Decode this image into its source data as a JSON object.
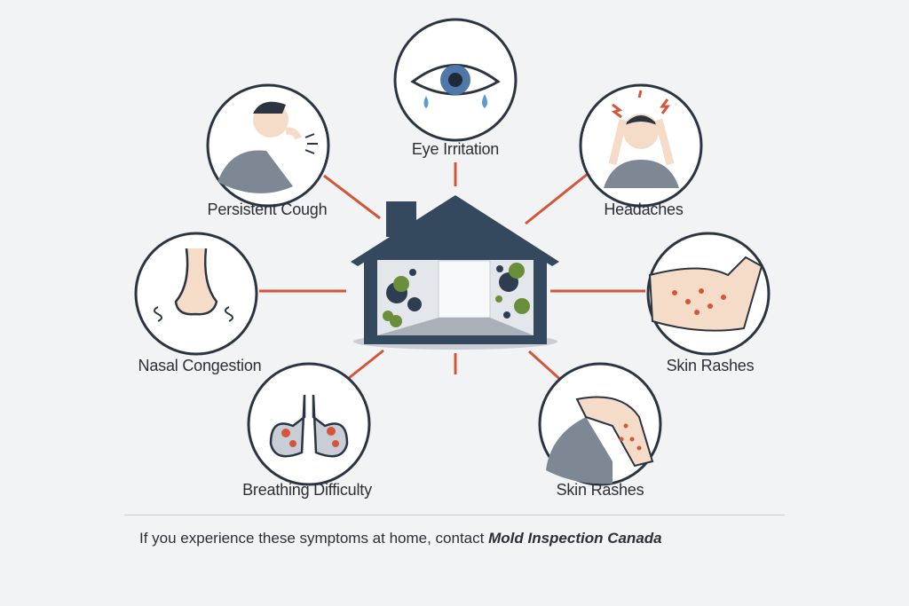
{
  "colors": {
    "connector": "#d4553a",
    "house": "#34495e",
    "mold_dark": "#2c3e50",
    "mold_green": "#6b8e3a",
    "ring": "#2b3440",
    "background": "#f2f3f4"
  },
  "center": {
    "icon": "house-with-mold-icon"
  },
  "symptoms": [
    {
      "label": "Eye Irritation",
      "icon": "teary-eye-icon"
    },
    {
      "label": "Persistent Cough",
      "icon": "coughing-person-icon"
    },
    {
      "label": "Headaches",
      "icon": "headache-person-icon"
    },
    {
      "label": "Nasal Congestion",
      "icon": "nose-icon"
    },
    {
      "label": "Skin Rashes",
      "icon": "rash-arm-icon"
    },
    {
      "label": "Breathing Difficulty",
      "icon": "lungs-icon"
    },
    {
      "label": "Skin Rashes",
      "icon": "rash-shoulder-icon"
    }
  ],
  "footer": {
    "text": "If you experience these symptoms at home, contact ",
    "brand": "Mold Inspection Canada"
  }
}
